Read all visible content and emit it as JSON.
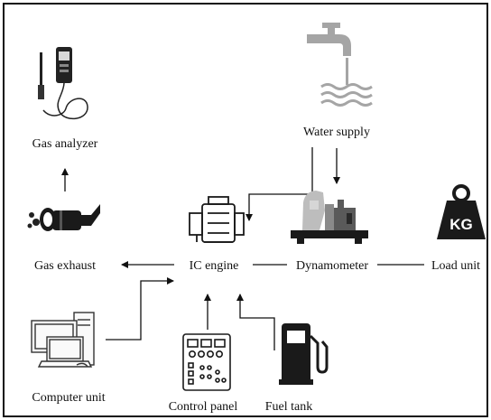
{
  "diagram": {
    "nodes": {
      "gas_analyzer": {
        "label": "Gas analyzer",
        "icon": "gas-analyzer-icon"
      },
      "gas_exhaust": {
        "label": "Gas exhaust",
        "icon": "exhaust-pipe-icon"
      },
      "ic_engine": {
        "label": "IC engine",
        "icon": "engine-icon"
      },
      "water_supply": {
        "label": "Water supply",
        "icon": "water-tap-icon"
      },
      "dynamometer": {
        "label": "Dynamometer",
        "icon": "dynamometer-icon"
      },
      "load_unit": {
        "label": "Load unit",
        "icon": "kg-weight-icon",
        "weight_text": "KG"
      },
      "computer_unit": {
        "label": "Computer unit",
        "icon": "computer-icon"
      },
      "control_panel": {
        "label": "Control panel",
        "icon": "control-panel-icon"
      },
      "fuel_tank": {
        "label": "Fuel tank",
        "icon": "fuel-pump-icon"
      }
    },
    "connections": [
      {
        "from": "gas_exhaust",
        "to": "gas_analyzer",
        "type": "arrow"
      },
      {
        "from": "ic_engine",
        "to": "gas_exhaust",
        "type": "arrow"
      },
      {
        "from": "water_supply",
        "to": "ic_engine",
        "type": "arrow"
      },
      {
        "from": "water_supply",
        "to": "dynamometer",
        "type": "arrow"
      },
      {
        "from": "ic_engine",
        "to": "dynamometer",
        "type": "line"
      },
      {
        "from": "dynamometer",
        "to": "load_unit",
        "type": "line"
      },
      {
        "from": "computer_unit",
        "to": "ic_engine",
        "type": "arrow"
      },
      {
        "from": "control_panel",
        "to": "ic_engine",
        "type": "arrow"
      },
      {
        "from": "fuel_tank",
        "to": "ic_engine",
        "type": "arrow"
      }
    ],
    "colors": {
      "line": "#111111",
      "icon_dark": "#1a1a1a",
      "icon_gray": "#9a9a9a"
    }
  }
}
